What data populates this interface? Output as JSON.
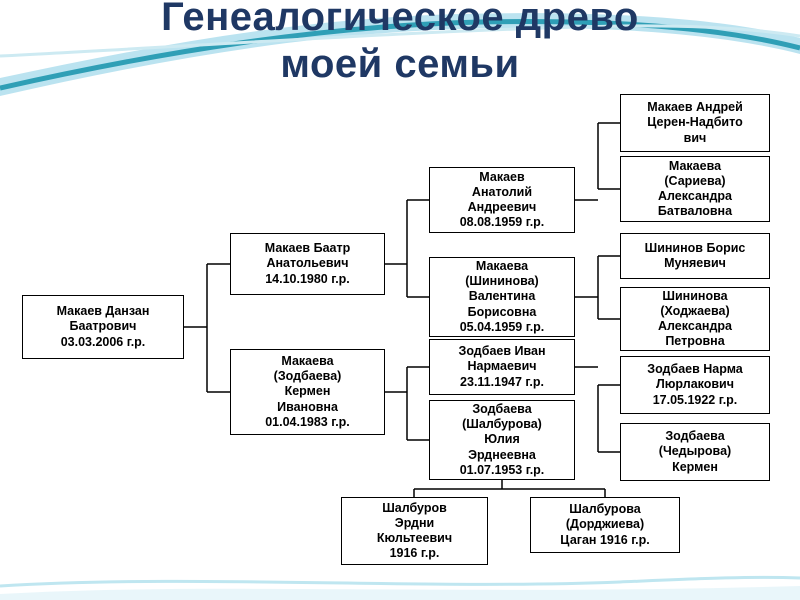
{
  "title": {
    "line1": "Генеалогическое древо",
    "line2": "моей семьи",
    "color": "#1f3864"
  },
  "theme": {
    "wave_teal": "#2f9fb6",
    "wave_light": "#aadcec",
    "wave_pale": "#cdeaf2",
    "box_border": "#000000",
    "box_background": "#ffffff",
    "connector_color": "#000000"
  },
  "tree": {
    "persons": {
      "danzan": "Макаев Данзан\nБаатрович\n03.03.2006 г.р.",
      "baatr": "Макаев Баатр\nАнатольевич\n14.10.1980 г.р.",
      "kermen_makaeva": "Макаева\n(Зодбаева)\nКермен\nИвановна\n01.04.1983 г.р.",
      "anatoly": "Макаев\nАнатолий\nАндреевич\n08.08.1959 г.р.",
      "valentina": "Макаева\n(Шининова)\nВалентина\nБорисовна\n05.04.1959 г.р.",
      "ivan": "Зодбаев Иван\nНармаевич\n23.11.1947 г.р.",
      "yulia": "Зодбаева\n(Шалбурова)\nЮлия\nЭрднеевна\n01.07.1953 г.р.",
      "andrey": "Макаев Андрей\nЦерен-Надбито\nвич",
      "alexandra_sarieva": "Макаева\n(Сариева)\nАлександра\nБатваловна",
      "boris": "Шининов Борис\nМуняевич",
      "alexandra_petrovna": "Шининова\n(Ходжаева)\nАлександра\nПетровна",
      "narma": "Зодбаев Нарма\nЛюрлакович\n17.05.1922 г.р.",
      "kermen_chedyrova": "Зодбаева\n(Чедырова)\nКермен",
      "erdni": "Шалбуров\nЭрдни\nКюльтеевич\n1916 г.р.",
      "tsagan": "Шалбурова\n(Дорджиева)\nЦаган 1916 г.р."
    },
    "relations": {
      "danzan": [
        "baatr",
        "kermen_makaeva"
      ],
      "baatr": [
        "anatoly",
        "valentina"
      ],
      "kermen_makaeva": [
        "ivan",
        "yulia"
      ],
      "anatoly": [
        "andrey",
        "alexandra_sarieva"
      ],
      "valentina": [
        "boris",
        "alexandra_petrovna"
      ],
      "ivan": [
        "narma",
        "kermen_chedyrova"
      ],
      "yulia": [
        "erdni",
        "tsagan"
      ]
    }
  }
}
